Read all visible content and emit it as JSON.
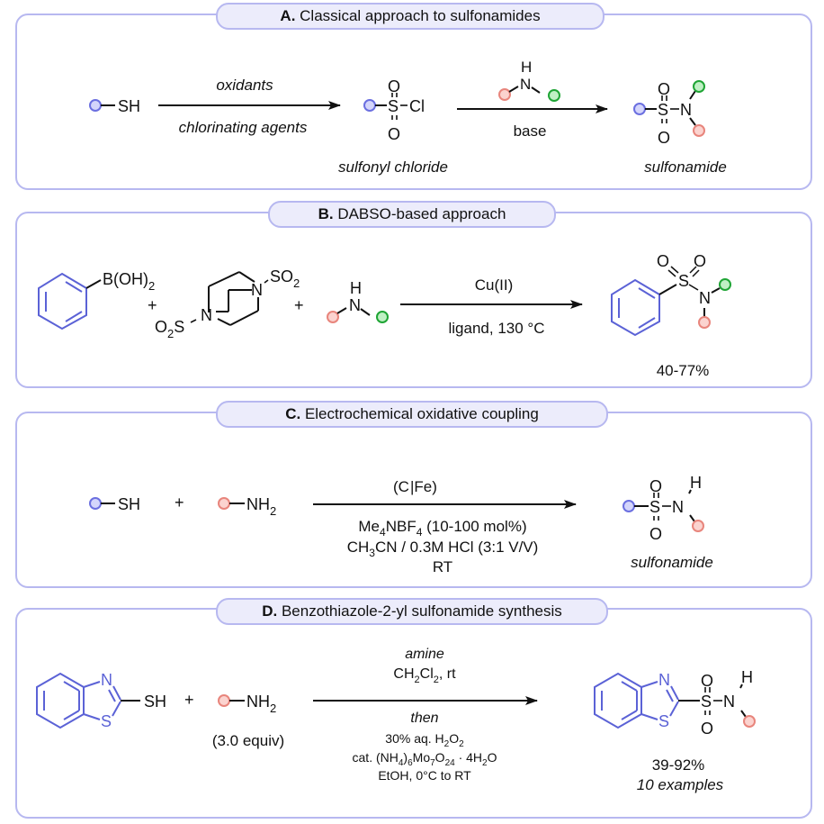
{
  "colors": {
    "panel_border": "#b7b8f0",
    "tab_fill": "#ececfb",
    "blue_group": "#6b6fe0",
    "blue_fill": "#d4d5fb",
    "red_group": "#e8857c",
    "red_fill": "#fbd3cf",
    "green_group": "#1fa535",
    "green_fill": "#bff0c4",
    "ring_color": "#5b62d6"
  },
  "panels": [
    {
      "id": "A",
      "letter": "A.",
      "title": "Classical approach to sulfonamides",
      "start_label": "SH",
      "arrow1_above": "oxidants",
      "arrow1_below": "chlorinating agents",
      "intermediate_cl": "Cl",
      "intermediate_caption": "sulfonyl chloride",
      "reagent_h": "H",
      "reagent_n": "N",
      "arrow2_below": "base",
      "product_caption": "sulfonamide"
    },
    {
      "id": "B",
      "letter": "B.",
      "title": "DABSO-based approach",
      "boronic_acid": "B(OH)",
      "boronic_sub": "2",
      "plus": "+",
      "dabso_so2_top": "SO",
      "dabso_so2_bottom": "O",
      "dabso_sub": "2",
      "arrow_above": "Cu(II)",
      "arrow_below": "ligand, 130 °C",
      "yield": "40-77%"
    },
    {
      "id": "C",
      "letter": "C.",
      "title": "Electrochemical oxidative coupling",
      "reactant1": "SH",
      "plus": "+",
      "reactant2": "NH",
      "reactant2_sub": "2",
      "arrow_above": "(C|Fe)",
      "conditions": [
        "Me4NBF4 (10-100 mol%)",
        "CH3CN / 0.3M HCl (3:1 V/V)",
        "RT"
      ],
      "product_caption": "sulfonamide"
    },
    {
      "id": "D",
      "letter": "D.",
      "title": "Benzothiazole-2-yl sulfonamide synthesis",
      "reactant1": "SH",
      "plus": "+",
      "reactant2": "NH",
      "reactant2_sub": "2",
      "reactant2_equiv": "(3.0 equiv)",
      "above_lines": [
        "amine",
        "CH2Cl2, rt"
      ],
      "below_lines": [
        "then",
        "30% aq. H2O2",
        "cat. (NH4)6Mo7O24 · 4H2O",
        "EtOH, 0°C to RT"
      ],
      "yield": "39-92%",
      "examples": "10 examples"
    }
  ]
}
